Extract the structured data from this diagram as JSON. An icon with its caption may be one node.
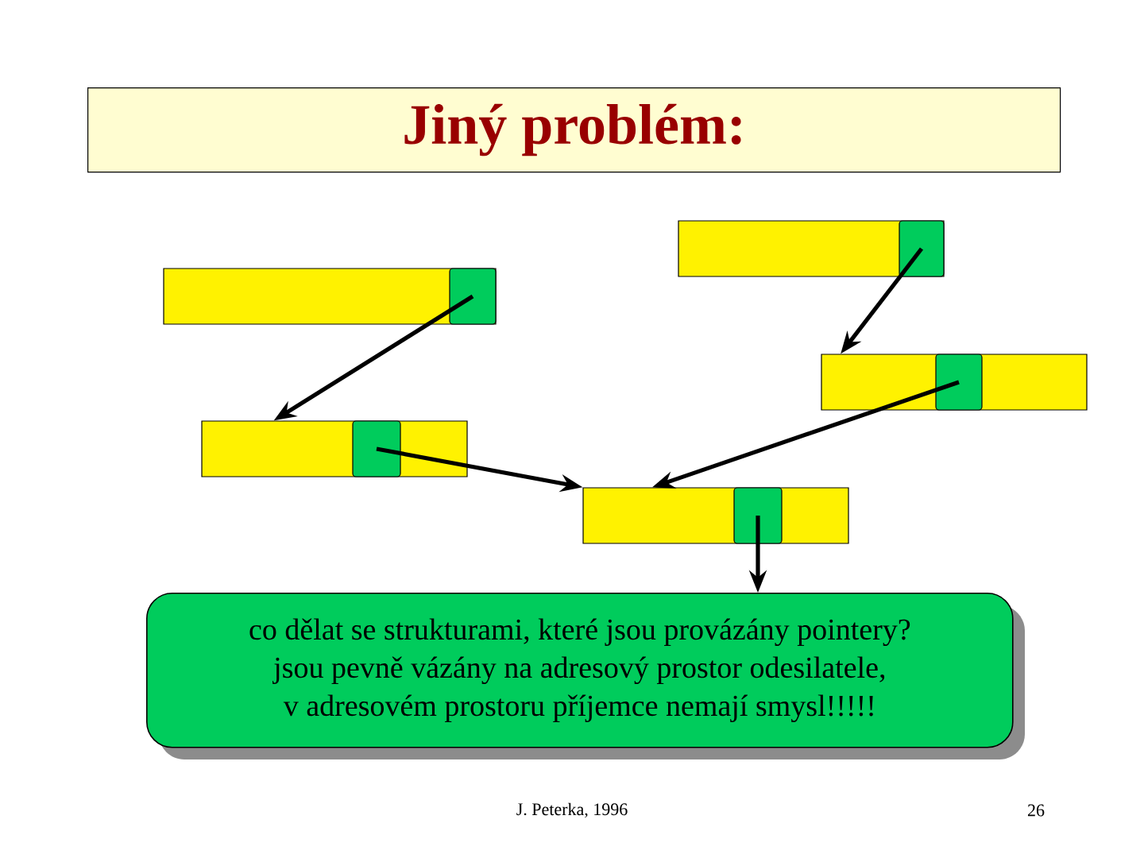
{
  "diagram": {
    "title": "Jiný problém:",
    "nodes": [
      {
        "text": [],
        "shape": "bar"
      },
      {
        "text": [],
        "shape": "box",
        "in": 0
      },
      {
        "text": [],
        "shape": "bar"
      },
      {
        "text": [],
        "shape": "box",
        "in": 2
      },
      {
        "text": [],
        "shape": "bar"
      },
      {
        "text": [],
        "shape": "box",
        "in": 4
      },
      {
        "text": [],
        "shape": "bar"
      },
      {
        "text": [],
        "shape": "box",
        "in": 6
      },
      {
        "text": [],
        "shape": "bar"
      },
      {
        "text": [],
        "shape": "box",
        "in": 8
      },
      {
        "text": [
          "co dělat se strukturami, které jsou provázány pointery?",
          "jsou pevně vázány na adresový prostor odesilatele,",
          "v adresovém prostoru příjemce nemají smysl!!!!!"
        ]
      }
    ],
    "edges": [
      {
        "from": 3,
        "to": 6,
        "arrow": "to"
      },
      {
        "from": 1,
        "to": 4,
        "arrow": "to"
      },
      {
        "from": 7,
        "to": 8,
        "arrow": "to"
      },
      {
        "from": 5,
        "to": 8,
        "arrow": "to"
      },
      {
        "from": 9,
        "to": 10,
        "arrow": "to"
      }
    ],
    "labels": [
      "J. Peterka, 1996",
      "26"
    ]
  }
}
